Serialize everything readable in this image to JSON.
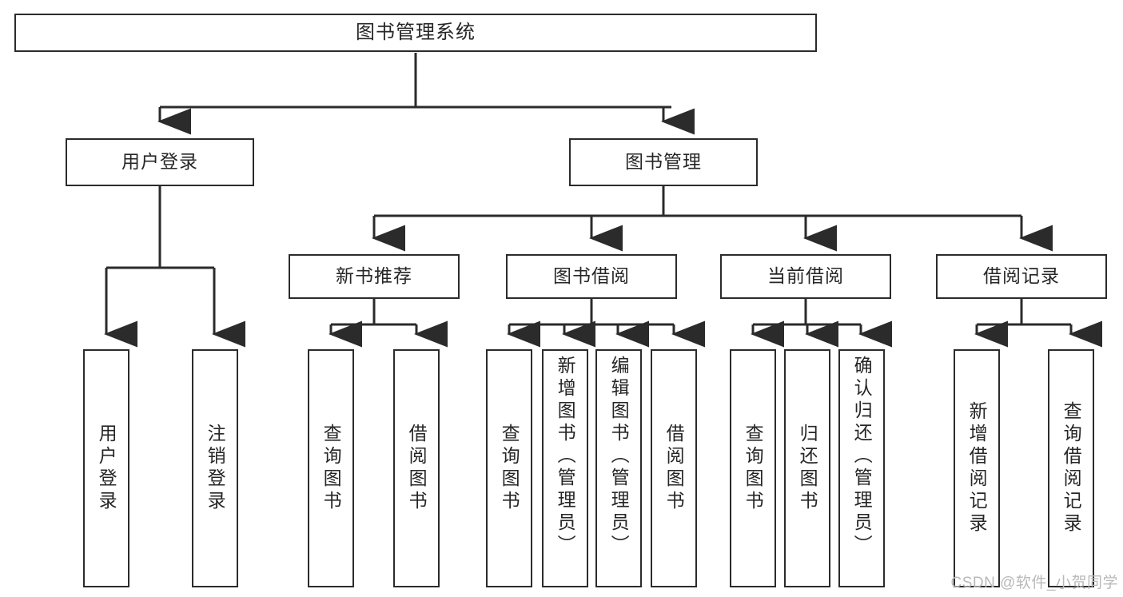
{
  "diagram": {
    "title": "图书管理系统",
    "type": "hierarchy-tree",
    "watermark": "CSDN @软件_小贺同学",
    "colors": {
      "box_border": "#2b2b2b",
      "box_fill": "#ffffff",
      "edge": "#2b2b2b",
      "text": "#262626",
      "watermark": "#b9b9b9"
    },
    "nodes": {
      "root": {
        "label": "图书管理系统"
      },
      "level2": [
        {
          "label": "用户登录"
        },
        {
          "label": "图书管理"
        }
      ],
      "level3": [
        {
          "label": "新书推荐"
        },
        {
          "label": "图书借阅"
        },
        {
          "label": "当前借阅"
        },
        {
          "label": "借阅记录"
        }
      ],
      "leaves": [
        {
          "label": "用户登录",
          "parent": "用户登录"
        },
        {
          "label": "注销登录",
          "parent": "用户登录"
        },
        {
          "label": "查询图书",
          "parent": "新书推荐"
        },
        {
          "label": "借阅图书",
          "parent": "新书推荐"
        },
        {
          "label": "查询图书",
          "parent": "图书借阅"
        },
        {
          "label": "新增图书（管理员）",
          "parent": "图书借阅"
        },
        {
          "label": "编辑图书（管理员）",
          "parent": "图书借阅"
        },
        {
          "label": "借阅图书",
          "parent": "图书借阅"
        },
        {
          "label": "查询图书",
          "parent": "当前借阅"
        },
        {
          "label": "归还图书",
          "parent": "当前借阅"
        },
        {
          "label": "确认归还（管理员）",
          "parent": "当前借阅"
        },
        {
          "label": "新增借阅记录",
          "parent": "借阅记录"
        },
        {
          "label": "查询借阅记录",
          "parent": "借阅记录"
        }
      ]
    }
  }
}
